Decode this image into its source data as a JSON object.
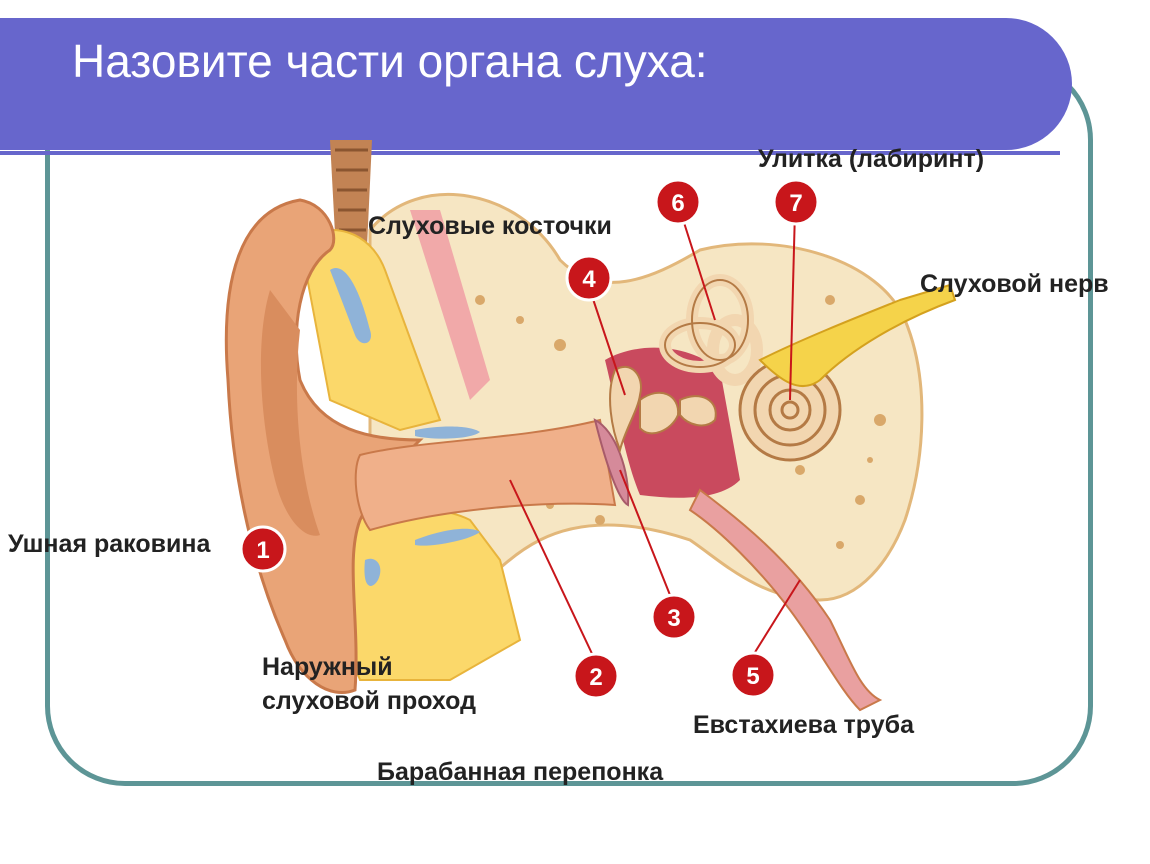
{
  "title": "Назовите части органа слуха:",
  "labels": {
    "cochlea": "Улитка (лабиринт)",
    "ossicles": "Слуховые косточки",
    "nerve": "Слуховой нерв",
    "auricle": "Ушная раковина",
    "canal_line1": "Наружный",
    "canal_line2": "слуховой проход",
    "eustachian": "Евстахиева труба",
    "eardrum": "Барабанная перепонка"
  },
  "markers": [
    "1",
    "2",
    "3",
    "4",
    "5",
    "6",
    "7"
  ],
  "colors": {
    "title_bar": "#6766cc",
    "frame": "#5d9596",
    "marker": "#c8161b",
    "skin": "#e9a477",
    "bone": "#f6e6c3"
  }
}
